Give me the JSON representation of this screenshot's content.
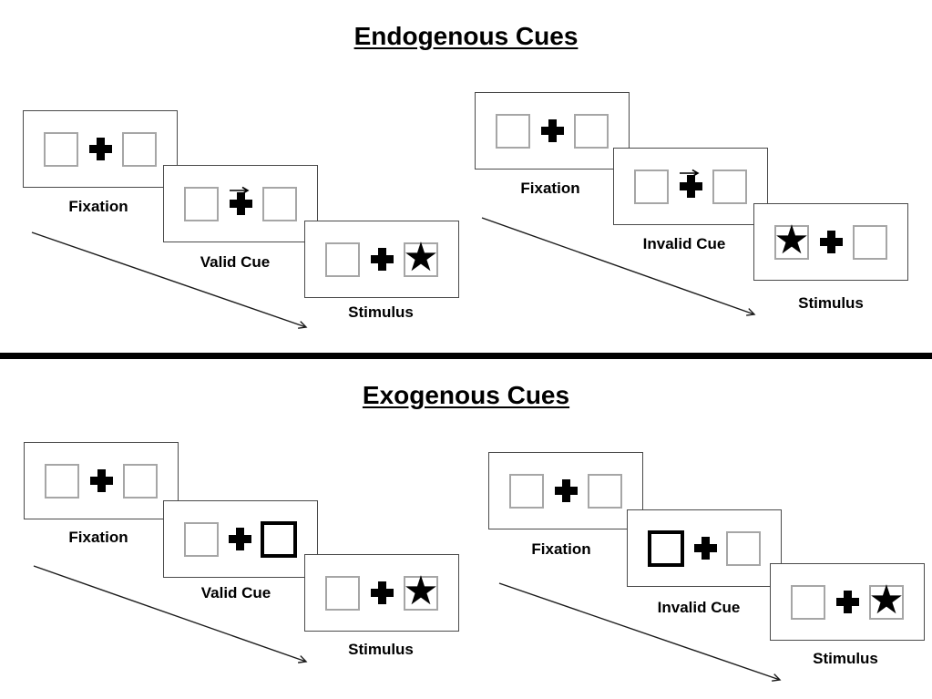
{
  "titles": {
    "endogenous": "Endogenous Cues",
    "exogenous": "Exogenous Cues"
  },
  "sequences": {
    "endo_valid": {
      "labels": {
        "fixation": "Fixation",
        "cue": "Valid Cue",
        "stimulus": "Stimulus"
      },
      "cue_symbol": "arrow-pointing-right-above-fixation-cross",
      "stimulus_star_side": "right"
    },
    "endo_invalid": {
      "labels": {
        "fixation": "Fixation",
        "cue": "Invalid Cue",
        "stimulus": "Stimulus"
      },
      "cue_symbol": "arrow-pointing-right-above-fixation-cross",
      "stimulus_star_side": "left"
    },
    "exo_valid": {
      "labels": {
        "fixation": "Fixation",
        "cue": "Valid Cue",
        "stimulus": "Stimulus"
      },
      "cue_symbol": "bold-outlined-right-box",
      "stimulus_star_side": "right"
    },
    "exo_invalid": {
      "labels": {
        "fixation": "Fixation",
        "cue": "Invalid Cue",
        "stimulus": "Stimulus"
      },
      "cue_symbol": "bold-outlined-left-box",
      "stimulus_star_side": "right"
    }
  },
  "glyphs": {
    "star": "★"
  },
  "colors": {
    "background": "#ffffff",
    "text": "#000000",
    "panel_border": "#4a4a4a",
    "placeholder_square_border": "#a6a6a6",
    "cue_highlight_border": "#000000",
    "divider": "#000000"
  }
}
